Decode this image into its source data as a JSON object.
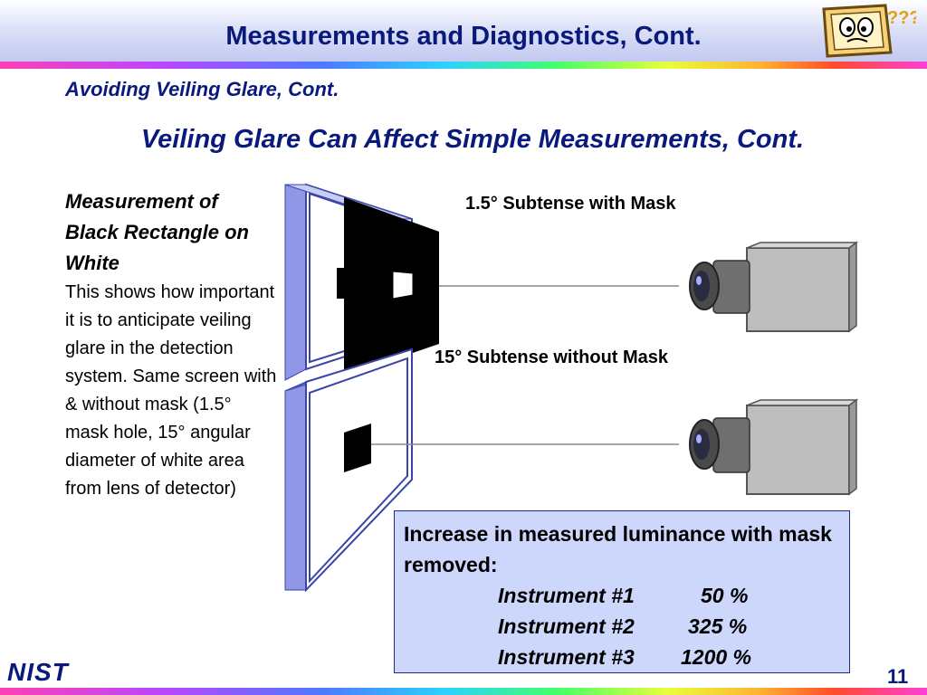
{
  "header": {
    "title": "Measurements and Diagnostics, Cont."
  },
  "slide": {
    "subtitle": "Avoiding Veiling Glare, Cont.",
    "heading": "Veiling Glare Can Affect Simple Measurements, Cont.",
    "left_heading": "Measurement of Black Rectangle on White",
    "left_body": "This shows how important it is to anticipate veiling glare in the detection system. Same screen with & without mask (1.5° mask hole, 15° angular diameter of white area from lens of detector)",
    "label_mask": "1.5° Subtense with Mask",
    "label_nomask": "15° Subtense without Mask",
    "result": {
      "heading": "Increase in measured luminance with mask removed:",
      "rows": [
        {
          "instrument": "Instrument #1",
          "value": "50 %"
        },
        {
          "instrument": "Instrument #2",
          "value": "325 %"
        },
        {
          "instrument": "Instrument #3",
          "value": "1200 %"
        }
      ]
    },
    "page_number": "11",
    "logo_text": "NIST",
    "cartoon_text": "????"
  },
  "colors": {
    "title": "#0a1a7c",
    "frame": "#8f97e6",
    "frame_dark": "#5c66c9",
    "result_bg": "#cdd6fb"
  }
}
